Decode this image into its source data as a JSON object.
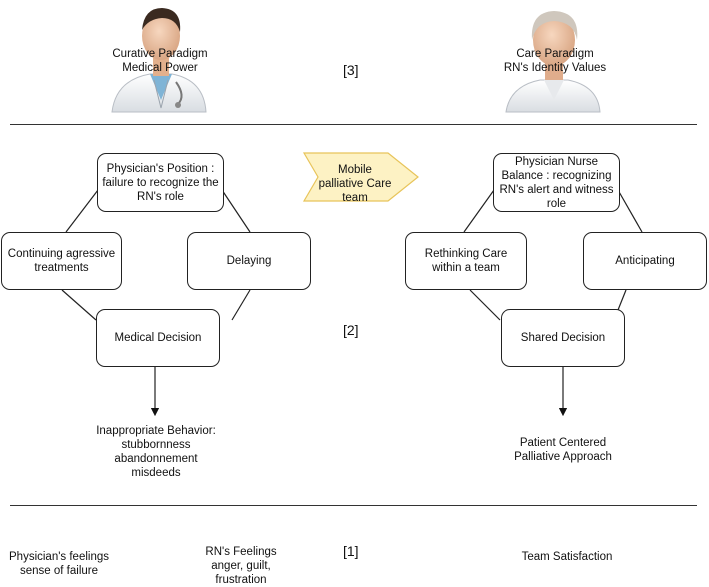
{
  "top": {
    "left_title_1": "Curative Paradigm",
    "left_title_2": "Medical Power",
    "center_marker": "[3]",
    "right_title_1": "Care Paradigm",
    "right_title_2": "RN's Identity Values"
  },
  "middle": {
    "marker": "[2]",
    "left": {
      "top_box": "Physician's Position : failure to recognize the RN's role",
      "left_box": "Continuing agressive treatments",
      "right_box": "Delaying",
      "bottom_box": "Medical Decision",
      "outcome_1": "Inappropriate Behavior:",
      "outcome_2": "stubbornness",
      "outcome_3": "abandonnement",
      "outcome_4": "misdeeds"
    },
    "center_arrow": "Mobile palliative Care team",
    "right": {
      "top_box": "Physician Nurse Balance : recognizing RN's alert and witness role",
      "left_box": "Rethinking Care within a team",
      "right_box": "Anticipating",
      "bottom_box": "Shared Decision",
      "outcome_1": "Patient Centered",
      "outcome_2": "Palliative Approach"
    }
  },
  "bottom": {
    "marker": "[1]",
    "physician_1": "Physician's feelings",
    "physician_2": "sense of failure",
    "rn_1": "RN's Feelings",
    "rn_2": "anger, guilt,",
    "rn_3": "frustration",
    "team": "Team Satisfaction"
  },
  "colors": {
    "arrow_fill": "#fdf2c4",
    "arrow_stroke": "#e8c45a",
    "line": "#222222"
  }
}
